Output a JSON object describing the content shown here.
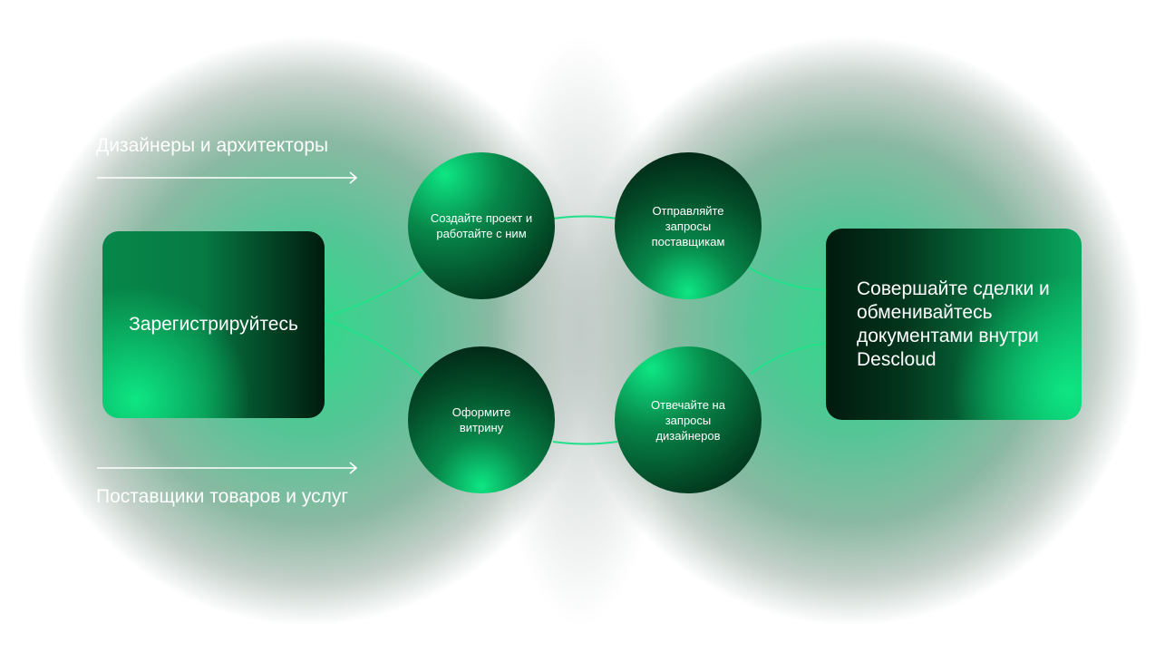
{
  "labels": {
    "designers": "Дизайнеры и архитекторы",
    "suppliers": "Поставщики товаров и услуг"
  },
  "start_box": "Зарегистрируйтесь",
  "steps": {
    "create_project": "Создайте проект и работайте с ним",
    "send_requests": "Отправляйте запросы поставщикам",
    "storefront": "Оформите витрину",
    "answer_requests": "Отвечайте на запросы дизайнеров"
  },
  "end_box": "Совершайте сделки и обменивайтесь документами внутри Descloud",
  "colors": {
    "accent": "#0ee683",
    "dark": "#011a0e",
    "line": "#21e08a"
  }
}
